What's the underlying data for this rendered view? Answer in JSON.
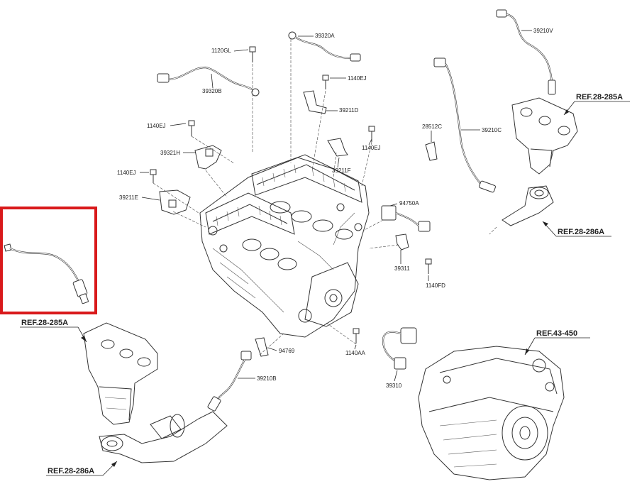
{
  "labels": {
    "p1120gl": "1120GL",
    "p39320a": "39320A",
    "p39320b": "39320B",
    "p1140ej_a": "1140EJ",
    "p39211d": "39211D",
    "p1140ej_b": "1140EJ",
    "p39321h": "39321H",
    "p1140ej_c": "1140EJ",
    "p39211f": "39211F",
    "p1140ej_d": "1140EJ",
    "p39211e": "39211E",
    "p28512c": "28512C",
    "p39210c": "39210C",
    "p39210v": "39210V",
    "p94750a": "94750A",
    "p39311": "39311",
    "p1140fd": "1140FD",
    "p94769": "94769",
    "p39210b": "39210B",
    "p1140aa": "1140AA",
    "p39310": "39310"
  },
  "refs": {
    "ref_285a_right": "REF.28-285A",
    "ref_286a_right": "REF.28-286A",
    "ref_285a_left": "REF.28-285A",
    "ref_286a_left": "REF.28-286A",
    "ref_43_450": "REF.43-450"
  },
  "highlight": {
    "color": "#d9191b"
  }
}
